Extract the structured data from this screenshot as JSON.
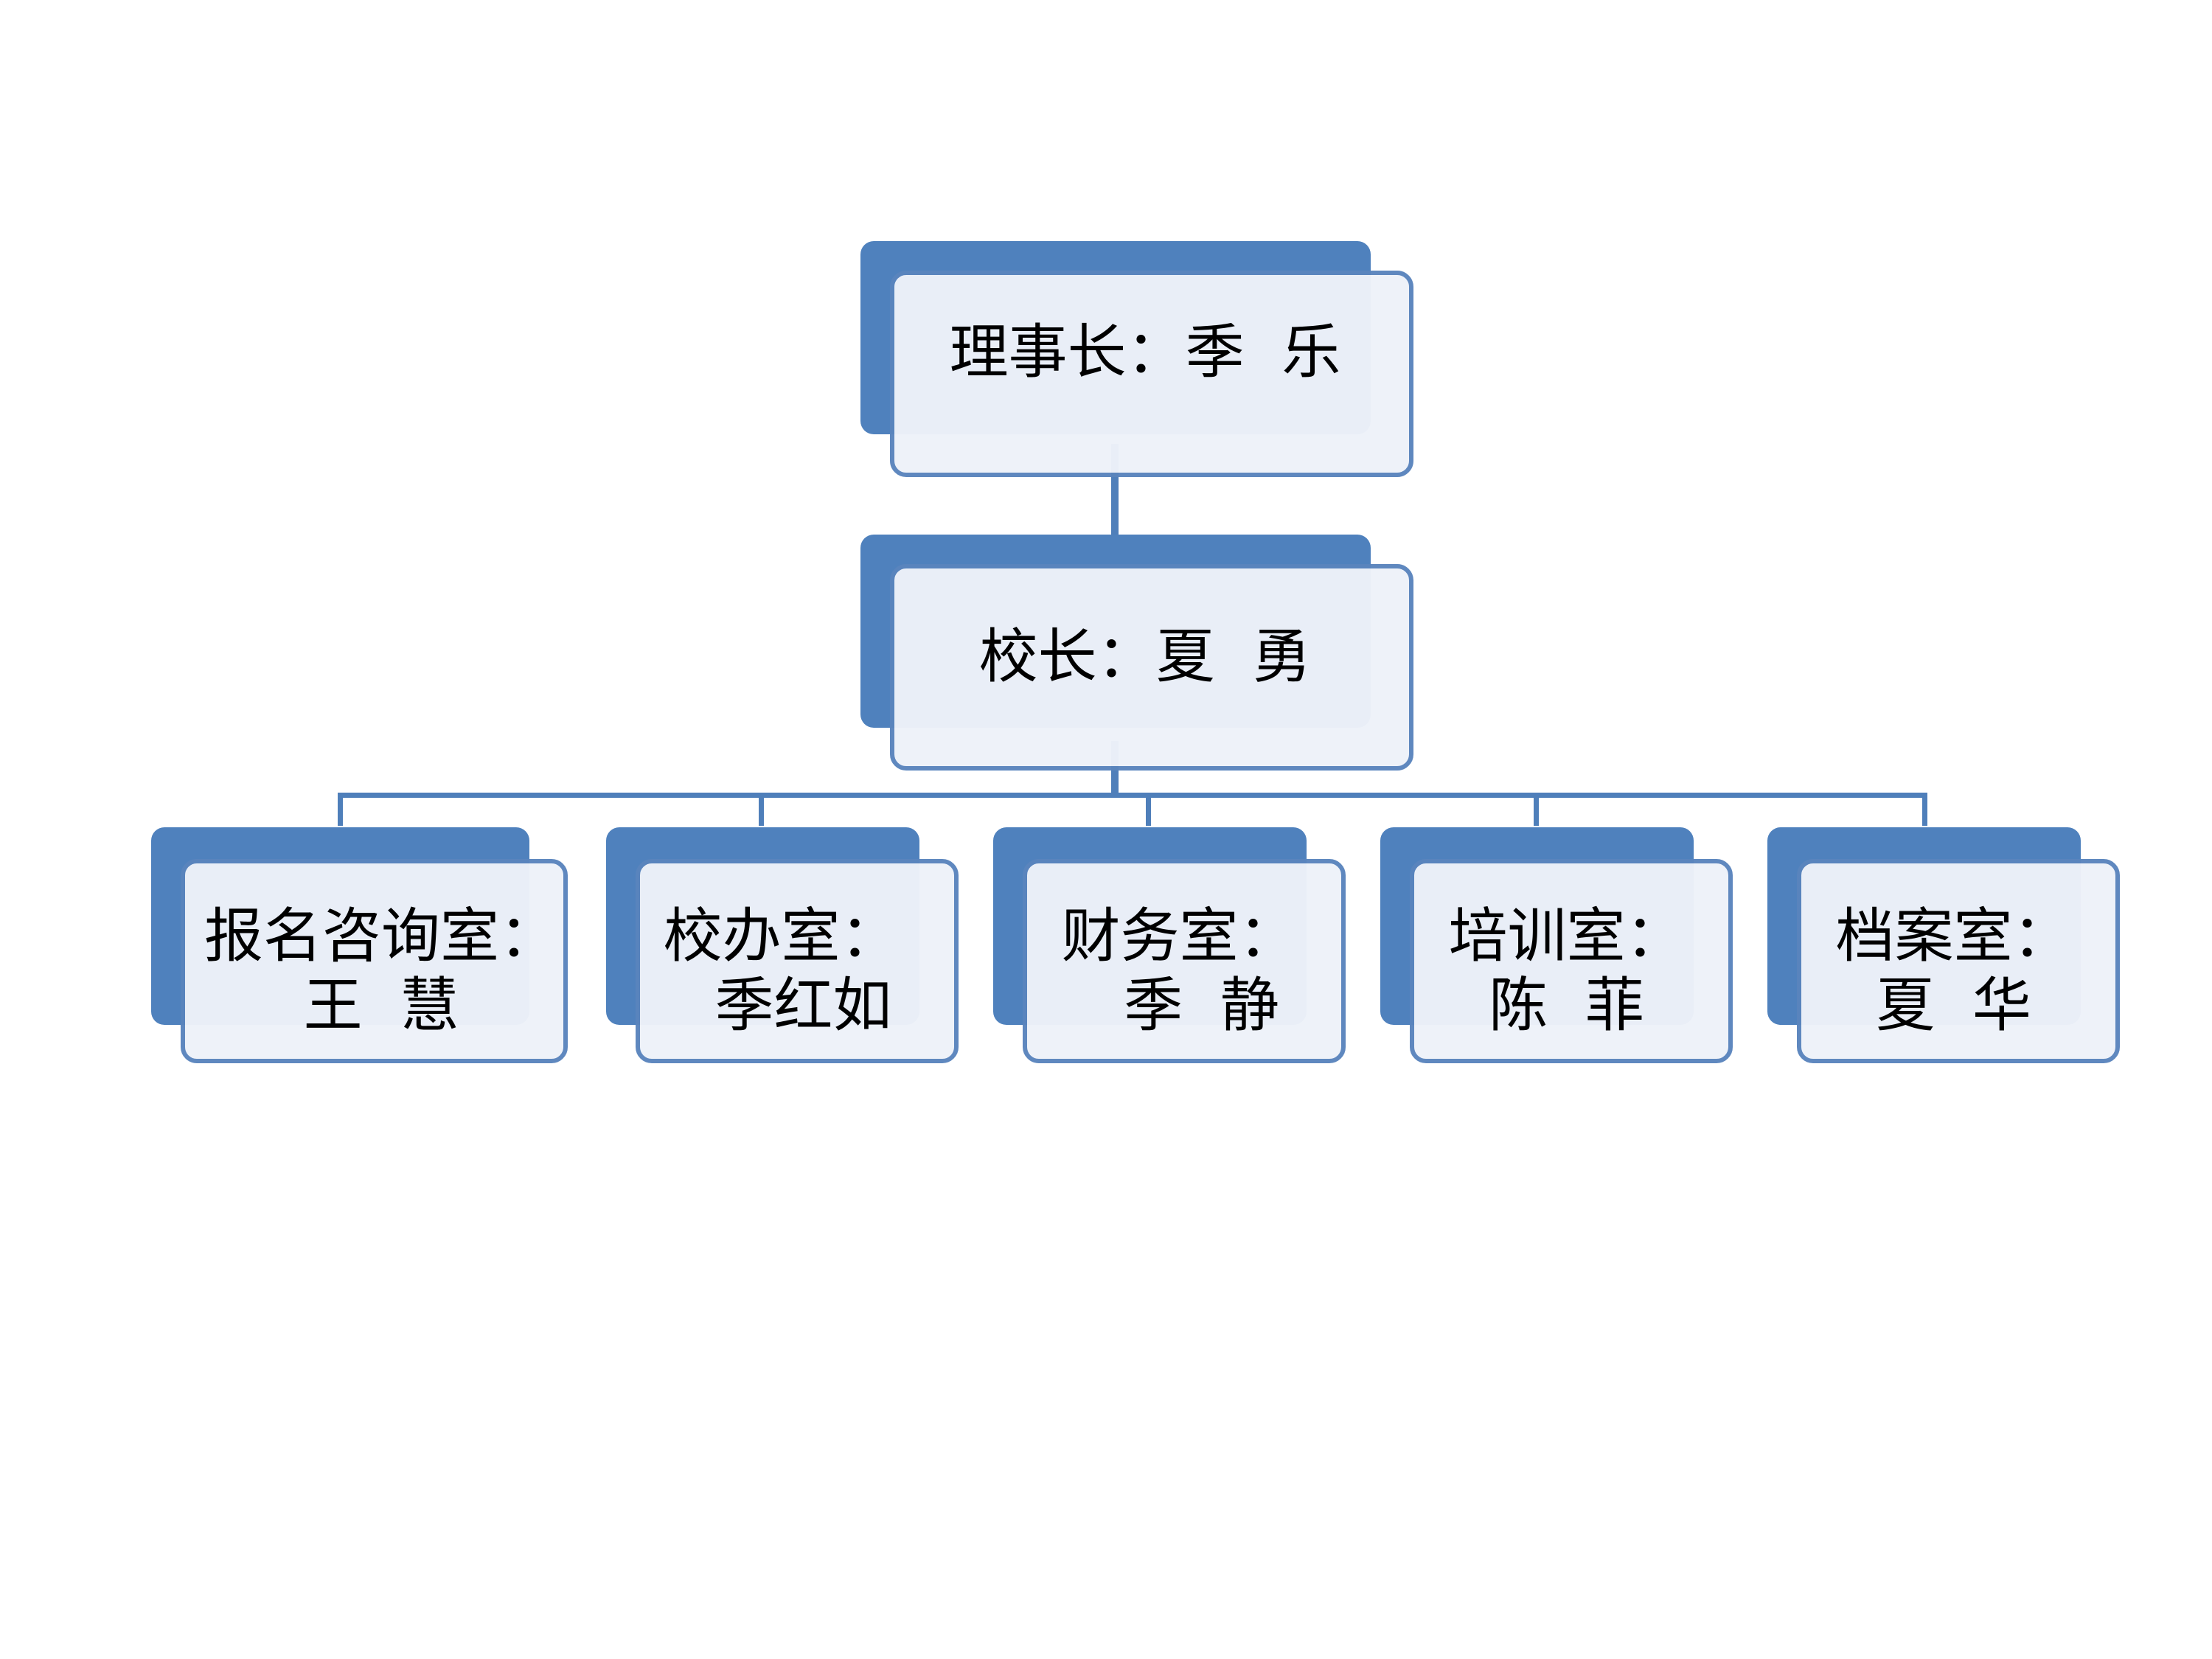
{
  "colors": {
    "accent": "#4f81bd",
    "outline": "#5a85bd",
    "line": "#4f7fba",
    "front_fill": "#eef2f9"
  },
  "chairman": {
    "title": "理事长：",
    "name": "季  乐"
  },
  "principal": {
    "title": "校长：",
    "name": "夏  勇"
  },
  "departments": [
    {
      "title": "报名咨询室：",
      "name": "王  慧"
    },
    {
      "title": "校办室：",
      "name": "季红如"
    },
    {
      "title": "财务室：",
      "name": "季  静"
    },
    {
      "title": "培训室：",
      "name": "陈  菲"
    },
    {
      "title": "档案室：",
      "name": "夏  华"
    }
  ]
}
